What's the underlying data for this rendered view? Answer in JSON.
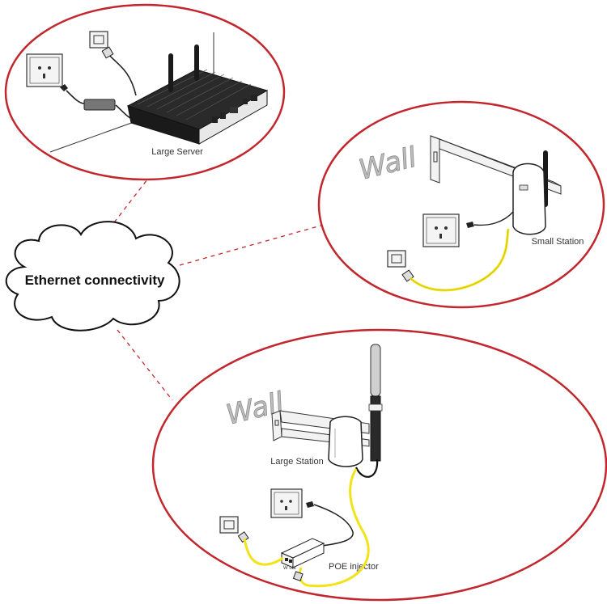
{
  "hub": {
    "label": "Ethernet connectivity"
  },
  "scenes": {
    "large_server": {
      "label": "Large Server"
    },
    "small_station": {
      "label": "Small Station",
      "wall_label": "Wall"
    },
    "large_station": {
      "label": "Large Station",
      "wall_label": "Wall",
      "injector_label": "POE injector",
      "port_out_label": "W out"
    }
  },
  "colors": {
    "ellipse_border": "#c1272d",
    "connector_dash": "#c1272d",
    "poe_cable": "#f2e21a",
    "device_dark": "#1c1c1c",
    "wall_text": "#bdbdbd"
  }
}
